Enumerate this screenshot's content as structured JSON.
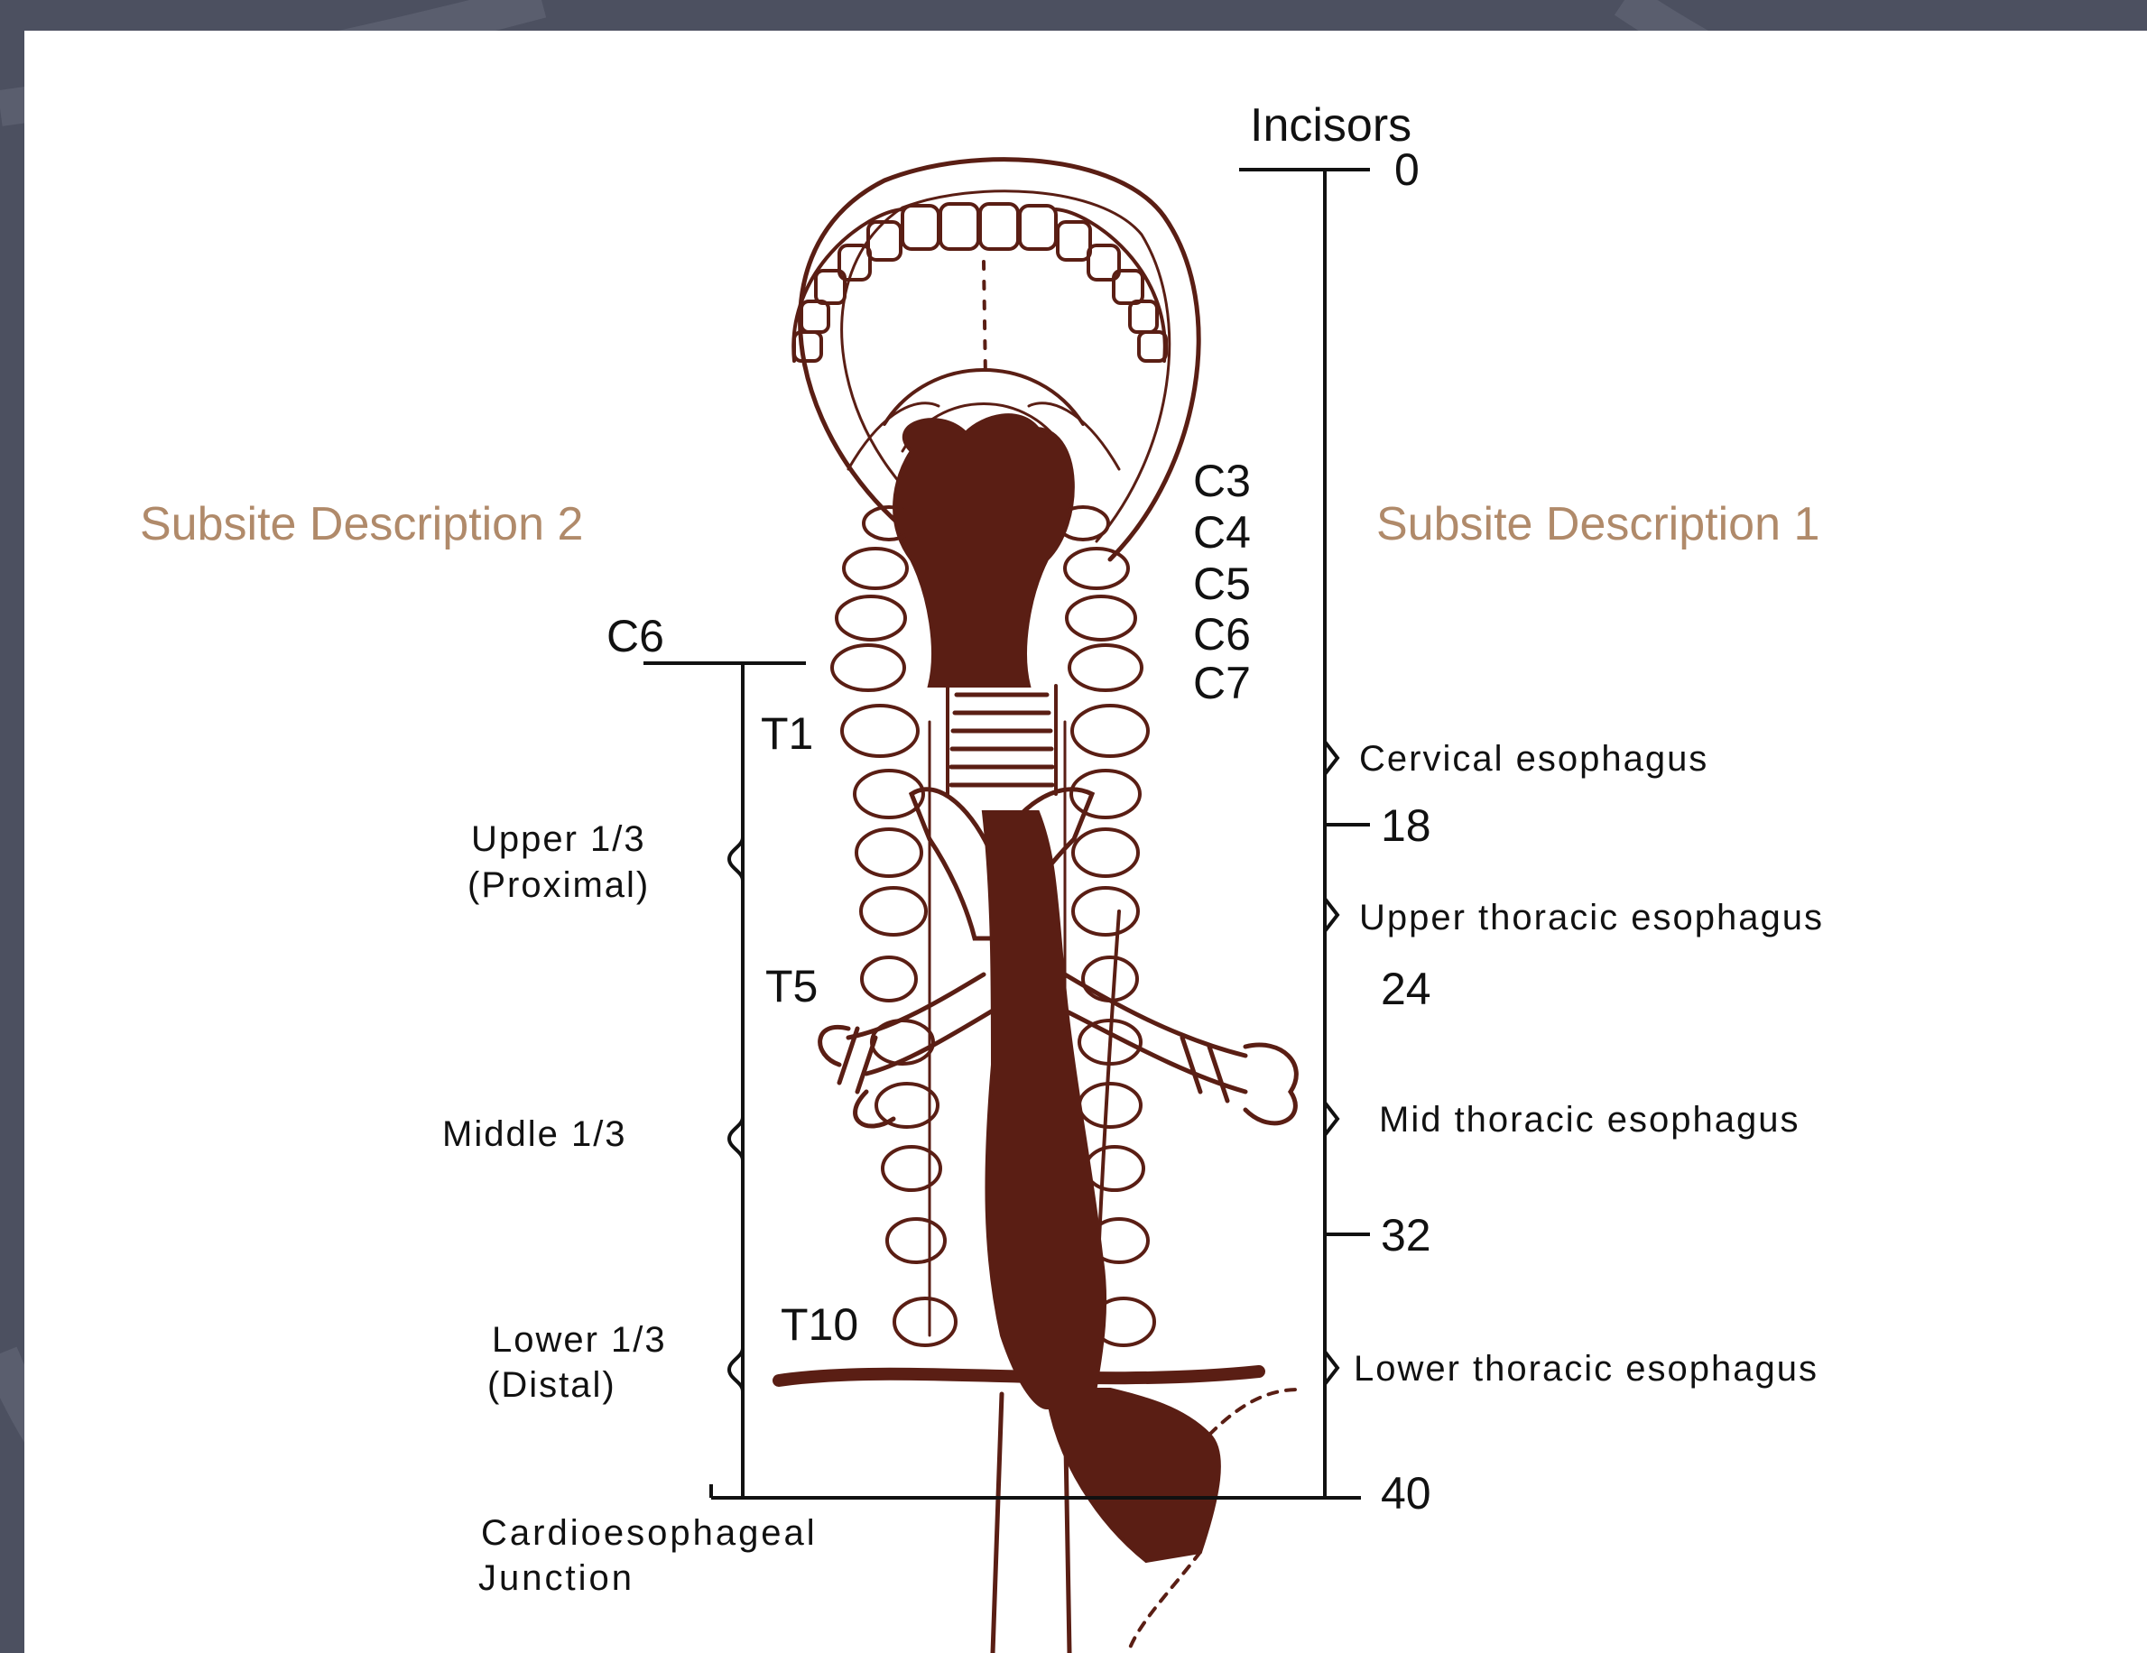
{
  "colors": {
    "background": "#4c5060",
    "panel": "#ffffff",
    "anatomy": "#5a1e14",
    "subsite_heading": "#b08a6a",
    "text": "#111111"
  },
  "incisors": {
    "label": "Incisors",
    "zero": "0"
  },
  "subsite_desc_2": {
    "title": "Subsite Description 2"
  },
  "subsite_desc_1": {
    "title": "Subsite Description 1"
  },
  "vertebra_labels": {
    "c3": "C3",
    "c4": "C4",
    "c5": "C5",
    "c6": "C6",
    "c7": "C7",
    "c6_left": "C6",
    "t1": "T1",
    "t5": "T5",
    "t10": "T10"
  },
  "right_scale": {
    "cervical": "Cervical esophagus",
    "mark_18": "18",
    "upper_thoracic": "Upper thoracic esophagus",
    "mark_24": "24",
    "mid_thoracic": "Mid thoracic esophagus",
    "mark_32": "32",
    "lower_thoracic": "Lower thoracic esophagus",
    "mark_40": "40"
  },
  "left_scale": {
    "upper_line1": "Upper 1/3",
    "upper_line2": "(Proximal)",
    "middle": "Middle 1/3",
    "lower_line1": "Lower 1/3",
    "lower_line2": "(Distal)",
    "junction_line1": "Cardioesophageal",
    "junction_line2": "Junction"
  }
}
